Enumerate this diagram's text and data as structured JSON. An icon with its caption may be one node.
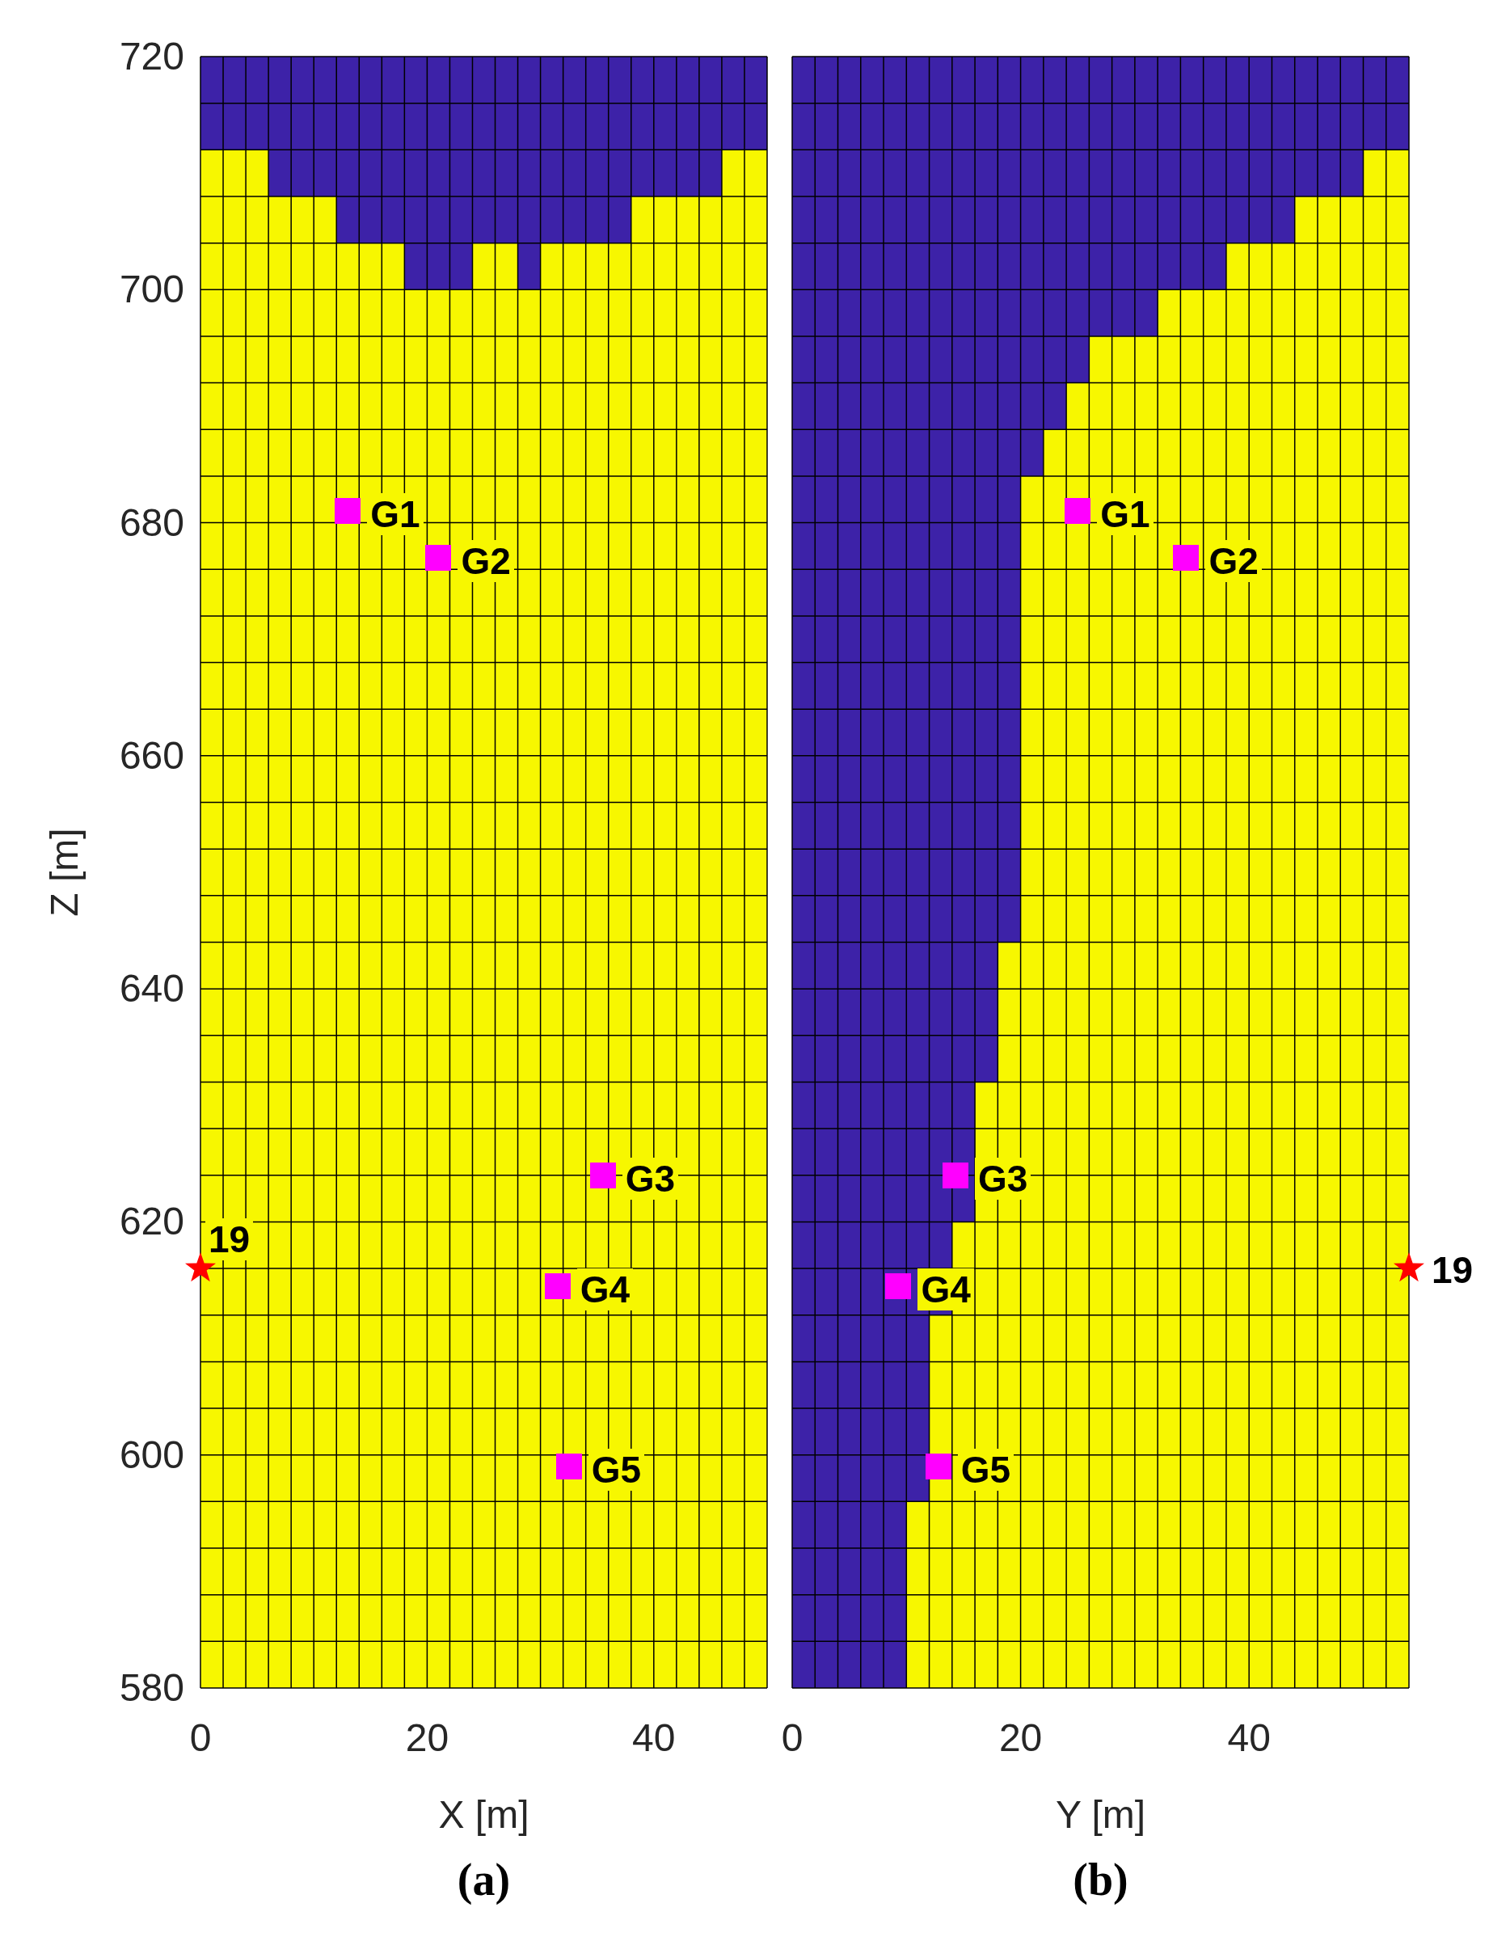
{
  "diagram": {
    "labels": [
      "720",
      "700",
      "680",
      "660",
      "640",
      "620",
      "600",
      "580",
      "Z [m]",
      "G1",
      "G2",
      "G3",
      "19",
      "G4",
      "G5",
      "G1",
      "G2",
      "G3",
      "G4",
      "19",
      "G5",
      "0",
      "20",
      "40",
      "X [m]",
      "0",
      "20",
      "40",
      "Y [m]",
      "(a)",
      "(b)"
    ]
  }
}
